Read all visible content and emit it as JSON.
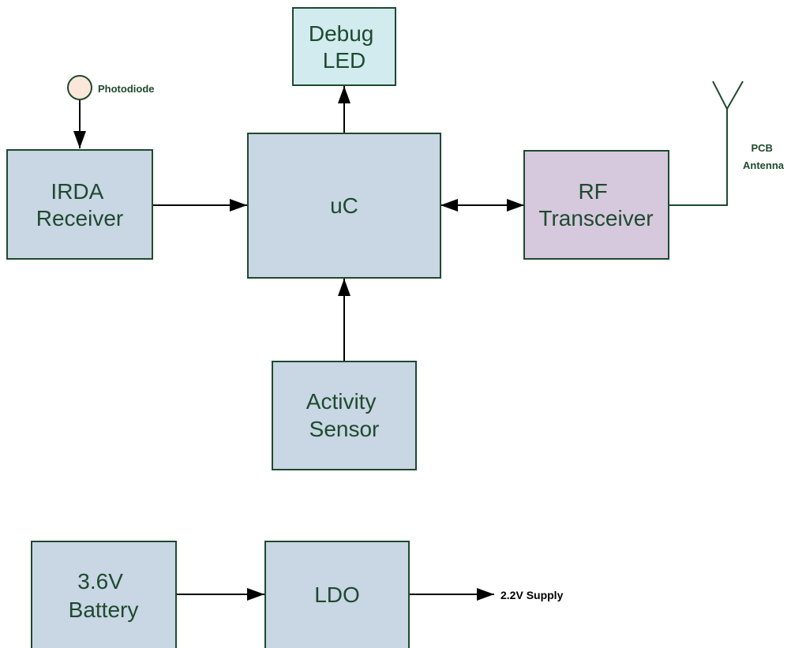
{
  "colors": {
    "block_fill": "#c9d6e4",
    "debug_fill": "#d2ebee",
    "rf_fill": "#d6c9dd",
    "photodiode_fill": "#fbe7da",
    "stroke": "#1e4a2e",
    "text": "#1e4a2e",
    "arrow": "#000000",
    "supply_text": "#000000"
  },
  "blocks": {
    "debug_led": [
      "Debug",
      "LED"
    ],
    "irda": [
      "IRDA",
      "Receiver"
    ],
    "uc": [
      "uC"
    ],
    "rf": [
      "RF",
      "Transceiver"
    ],
    "activity": [
      "Activity",
      "Sensor"
    ],
    "battery": [
      "3.6V",
      "Battery"
    ],
    "ldo": [
      "LDO"
    ]
  },
  "labels": {
    "photodiode": "Photodiode",
    "antenna": [
      "PCB",
      "Antenna"
    ],
    "supply": "2.2V Supply"
  }
}
